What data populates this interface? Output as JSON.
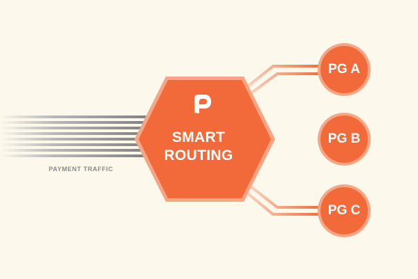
{
  "diagram": {
    "traffic_label": "PAYMENT TRAFFIC",
    "hub": {
      "line1": "SMART",
      "line2": "ROUTING",
      "logo_icon": "p-logo-icon"
    },
    "gateways": [
      {
        "label": "PG A"
      },
      {
        "label": "PG B"
      },
      {
        "label": "PG C"
      }
    ]
  },
  "colors": {
    "background": "#FDF8EC",
    "accent": "#F26A3A",
    "accent_light": "#F7A685",
    "traffic_gray": "#8F8F8F"
  }
}
